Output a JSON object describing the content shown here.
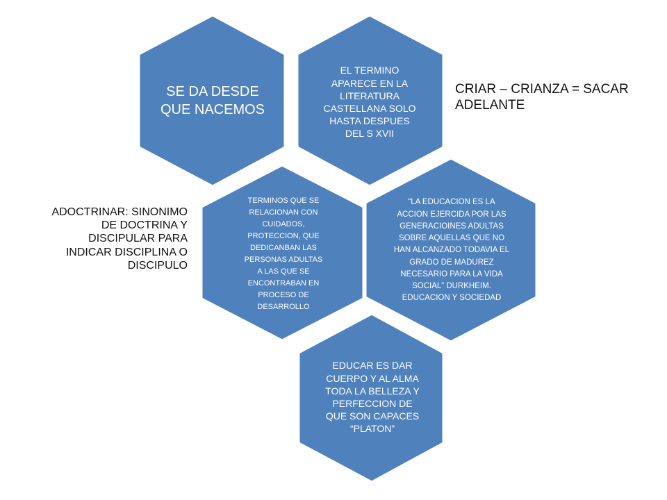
{
  "hexagons": {
    "top_left": "SE DA DESDE QUE NACEMOS",
    "top_right": "EL TERMINO APARECE EN LA LITERATURA CASTELLANA SOLO HASTA DESPUES DEL S XVII",
    "mid_left": "TERMINOS QUE SE RELACIONAN CON CUIDADOS, PROTECCION, QUE DEDICANBAN  LAS PERSONAS ADULTAS A LAS QUE SE ENCONTRABAN EN PROCESO DE DESARROLLO",
    "mid_right": "“LA EDUCACION ES LA ACCION EJERCIDA POR LAS GENERACIOINES ADULTAS SOBRE AQUELLAS QUE NO HAN ALCANZADO TODAVIA EL GRADO DE MADUREZ NECESARIO PARA LA VIDA SOCIAL” DURKHEIM. EDUCACION Y SOCIEDAD",
    "bottom": "EDUCAR ES DAR CUERPO Y AL ALMA TODA LA BELLEZA Y PERFECCION DE QUE SON CAPACES “PLATON”"
  },
  "side_notes": {
    "right": "CRIAR – CRIANZA = SACAR ADELANTE",
    "left": "ADOCTRINAR: SINONIMO DE DOCTRINA Y DISCIPULAR PARA INDICAR DISCIPLINA O DISCIPULO"
  },
  "colors": {
    "hex_fill": "#4F81BD",
    "hex_stroke": "#FFFFFF"
  }
}
